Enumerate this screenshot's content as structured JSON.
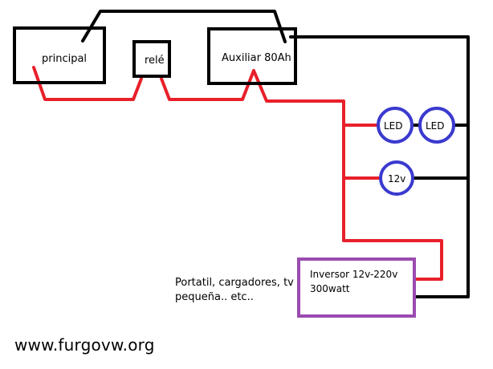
{
  "components": {
    "principal": "principal",
    "rele": "relé",
    "auxiliar": "Auxiliar 80Ah",
    "led1": "LED",
    "led2": "LED",
    "socket12v": "12v",
    "inversor_line1": "Inversor 12v-220v",
    "inversor_line2": "300watt"
  },
  "notes": {
    "line1": "Portatil, cargadores, tv",
    "line2": "pequeña.. etc.."
  },
  "watermark": "www.furgovw.org",
  "colors": {
    "positive_wire": "#e8202a",
    "negative_wire": "#000000",
    "load_circle": "#3a3acf",
    "inverter_border": "#9a4bb0",
    "box_border": "#000000"
  }
}
